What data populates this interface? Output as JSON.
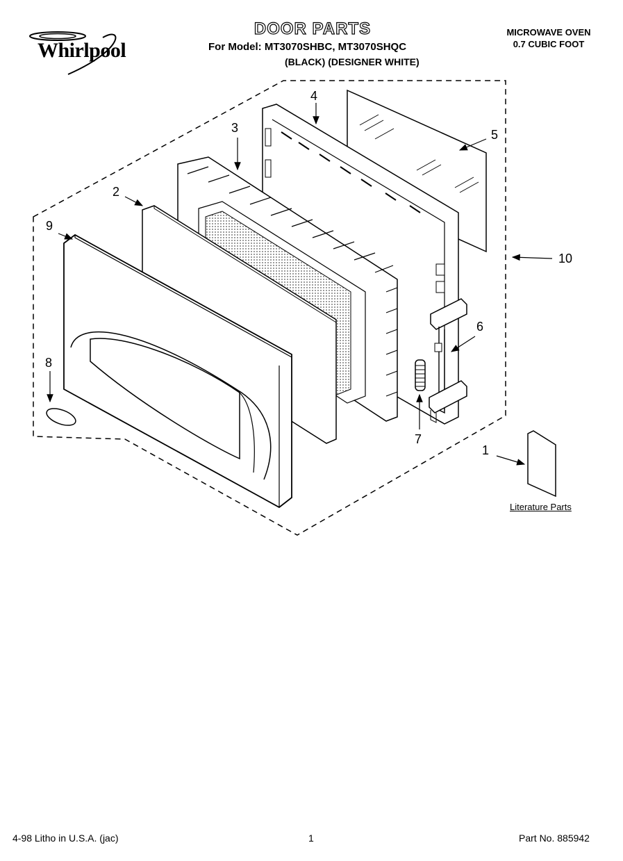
{
  "header": {
    "brand": "Whirlpool",
    "title": "DOOR PARTS",
    "model_line": "For Model: MT3070SHBC, MT3070SHQC",
    "variant_line": "(BLACK)   (DESIGNER WHITE)",
    "product_line1": "MICROWAVE OVEN",
    "product_line2": "0.7 CUBIC FOOT"
  },
  "callouts": {
    "c1": "1",
    "c2": "2",
    "c3": "3",
    "c4": "4",
    "c5": "5",
    "c6": "6",
    "c7": "7",
    "c8": "8",
    "c9": "9",
    "c10": "10"
  },
  "literature_label": "Literature Parts",
  "footer": {
    "left": "4-98 Litho in U.S.A. (jac)",
    "page": "1",
    "part_no": "Part No. 885942"
  }
}
